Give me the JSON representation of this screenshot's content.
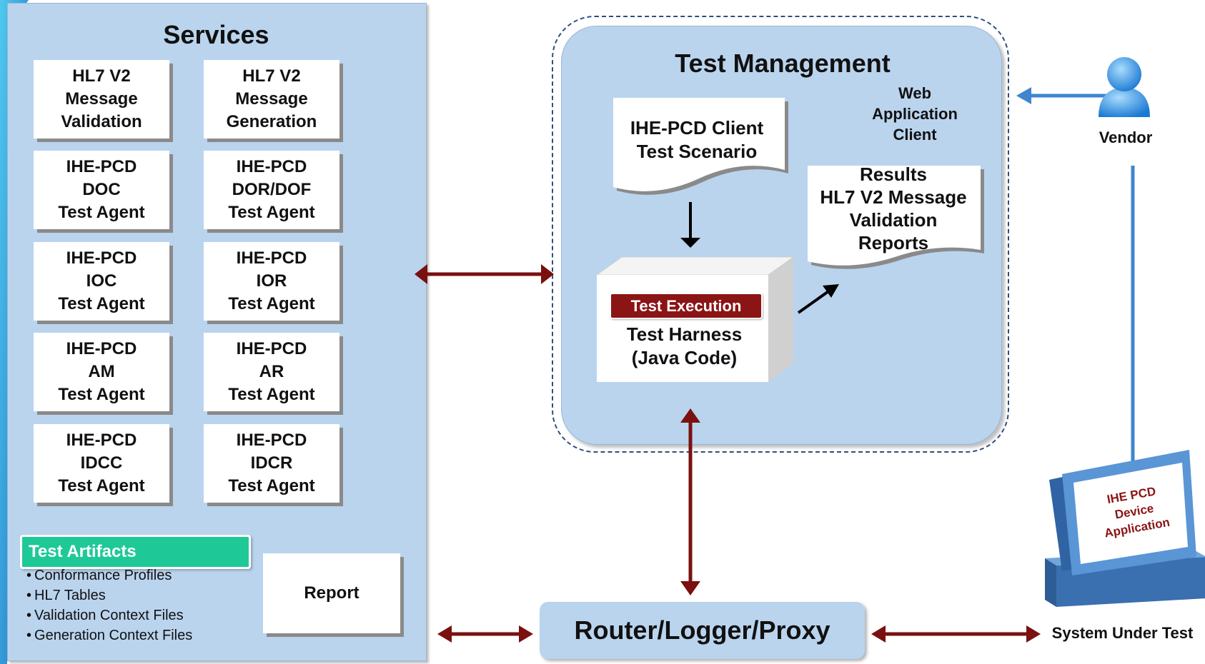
{
  "services": {
    "title": "Services",
    "boxes": [
      "HL7 V2\nMessage\nValidation",
      "HL7 V2\nMessage\nGeneration",
      "IHE-PCD\nDOC\nTest Agent",
      "IHE-PCD\nDOR/DOF\nTest Agent",
      "IHE-PCD\nIOC\nTest Agent",
      "IHE-PCD\nIOR\nTest Agent",
      "IHE-PCD\nAM\nTest Agent",
      "IHE-PCD\nAR\nTest Agent",
      "IHE-PCD\nIDCC\nTest Agent",
      "IHE-PCD\nIDCR\nTest Agent"
    ],
    "artifacts_title": "Test Artifacts",
    "artifacts": [
      "Conformance Profiles",
      "HL7 Tables",
      "Validation Context Files",
      "Generation Context Files"
    ],
    "report": "Report"
  },
  "test_management": {
    "title": "Test Management",
    "web_client": "Web\nApplication\nClient",
    "client_scenario": "IHE-PCD Client\nTest Scenario",
    "results": "Results\nHL7 V2 Message\nValidation\nReports",
    "test_execution": "Test Execution",
    "harness": "Test Harness\n(Java Code)"
  },
  "router": "Router/Logger/Proxy",
  "vendor": "Vendor",
  "system_under_test": "System Under Test",
  "monitor_text": "IHE PCD\nDevice\nApplication",
  "colors": {
    "panel_blue": "#bad4ee",
    "arrow_dark_red": "#7a1010",
    "vendor_blue": "#3f86cf",
    "artifacts_green": "#1ec997",
    "execution_red": "#8b1414"
  }
}
